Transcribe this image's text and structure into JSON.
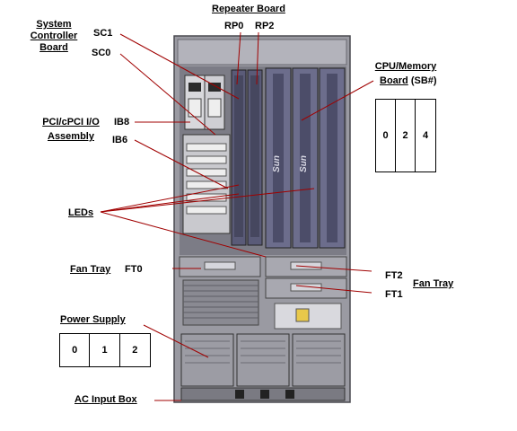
{
  "labels": {
    "system_controller_board": [
      "System",
      "Controller",
      "Board"
    ],
    "sc1": "SC1",
    "sc0": "SC0",
    "repeater_board": "Repeater Board",
    "rp0": "RP0",
    "rp2": "RP2",
    "cpu_memory_board": [
      "CPU/Memory",
      "Board"
    ],
    "cpu_memory_suffix": "(SB#)",
    "pci_assembly": [
      "PCI/cPCI I/O",
      "Assembly"
    ],
    "ib8": "IB8",
    "ib6": "IB6",
    "leds": "LEDs",
    "fan_tray_left": "Fan Tray",
    "ft0": "FT0",
    "ft2": "FT2",
    "ft1": "FT1",
    "fan_tray_right": "Fan Tray",
    "power_supply": "Power Supply",
    "ac_input_box": "AC Input Box",
    "sun_logo_1": "Sun",
    "sun_logo_2": "Sun"
  },
  "cpu_slots": [
    "0",
    "2",
    "4"
  ],
  "power_slots": [
    "0",
    "1",
    "2"
  ],
  "colors": {
    "chassis": "#8f8f97",
    "chassis_dark": "#55555c",
    "board_purple": "#6e6f8e",
    "board_dark": "#3e3f58",
    "callout_line": "#b00000"
  }
}
